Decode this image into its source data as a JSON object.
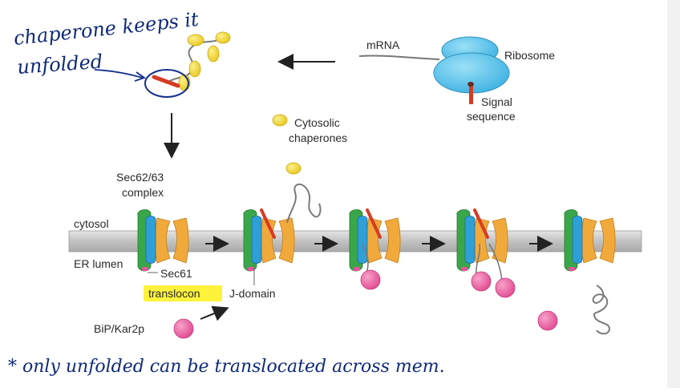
{
  "labels": {
    "mrna": "mRNA",
    "ribosome": "Ribosome",
    "signal_line1": "Signal",
    "signal_line2": "sequence",
    "cytosolic_line1": "Cytosolic",
    "cytosolic_line2": "chaperones",
    "sec6263_line1": "Sec62/63",
    "sec6263_line2": "complex",
    "cytosol": "cytosol",
    "er_lumen": "ER lumen",
    "sec61": "Sec61",
    "translocon": "translocon",
    "jdomain": "J-domain",
    "bip": "BiP/Kar2p"
  },
  "annotations": {
    "top_line1": "chaperone keeps it",
    "top_line2": "unfolded",
    "bottom": "* only unfolded can be translocated across mem."
  },
  "colors": {
    "membrane": "#c9c9c9",
    "sec62": "#3aa64a",
    "sec61_blue": "#2f9fd8",
    "translocon_orange": "#f2a93b",
    "bip": "#e8559a",
    "chaperone": "#f1d430",
    "signal": "#d63b24",
    "ribosome": "#5cc4ec",
    "highlight": "#fff23a",
    "ink": "#14308a"
  },
  "icons": [
    "arrow-icon",
    "ribosome-icon",
    "chaperone-icon",
    "bip-icon",
    "translocon-icon",
    "membrane-icon"
  ]
}
